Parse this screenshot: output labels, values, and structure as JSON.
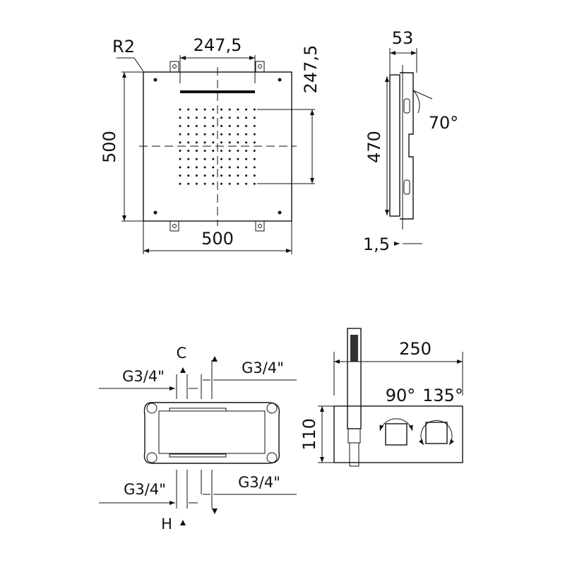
{
  "top_view": {
    "radius_label": "R2",
    "width_label": "500",
    "height_label": "500",
    "bar_length_label": "247,5",
    "nozzle_field_label": "247,5"
  },
  "side_view": {
    "depth_label": "53",
    "height_label": "470",
    "angle_label": "70°",
    "thickness_label": "1,5"
  },
  "valve_view": {
    "cold_label": "C",
    "hot_label": "H",
    "top_left_thread": "G3/4\"",
    "top_right_thread": "G3/4\"",
    "bottom_left_thread": "G3/4\"",
    "bottom_right_thread": "G3/4\""
  },
  "control_view": {
    "width_label": "250",
    "height_label": "110",
    "left_angle_label": "90°",
    "right_angle_label": "135°"
  }
}
